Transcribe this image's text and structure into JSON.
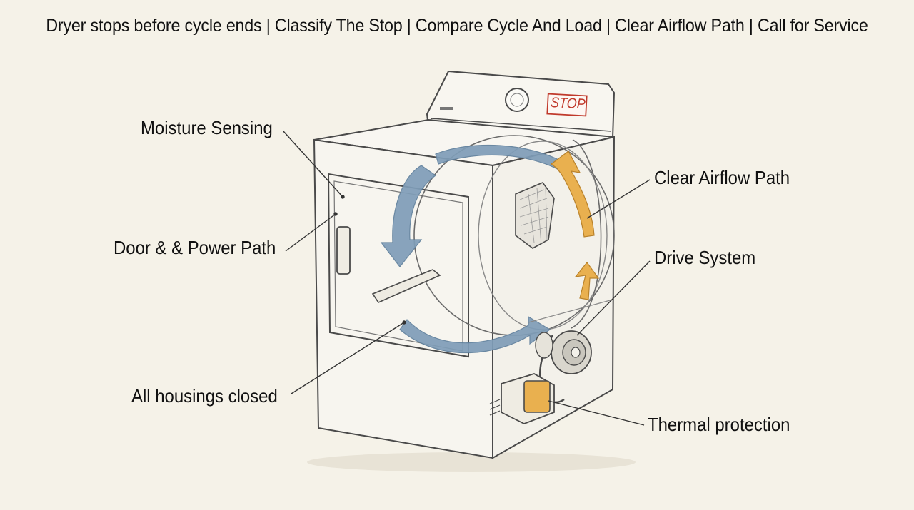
{
  "title": "Dryer stops before cycle ends | Classify The Stop | Compare Cycle And Load | Clear Airflow Path | Call for Service",
  "panel_badge": "STOP",
  "labels": {
    "moisture": "Moisture Sensing",
    "door": "Door & & Power Path",
    "housings": "All housings closed",
    "airflow": "Clear Airflow Path",
    "drive": "Drive System",
    "thermal": "Thermal protection"
  },
  "colors": {
    "background": "#f5f2e8",
    "outline": "#4a4a4a",
    "airflow_blue": "#7f9db8",
    "heat_orange": "#e9b04f",
    "stop_red": "#c0392b"
  }
}
